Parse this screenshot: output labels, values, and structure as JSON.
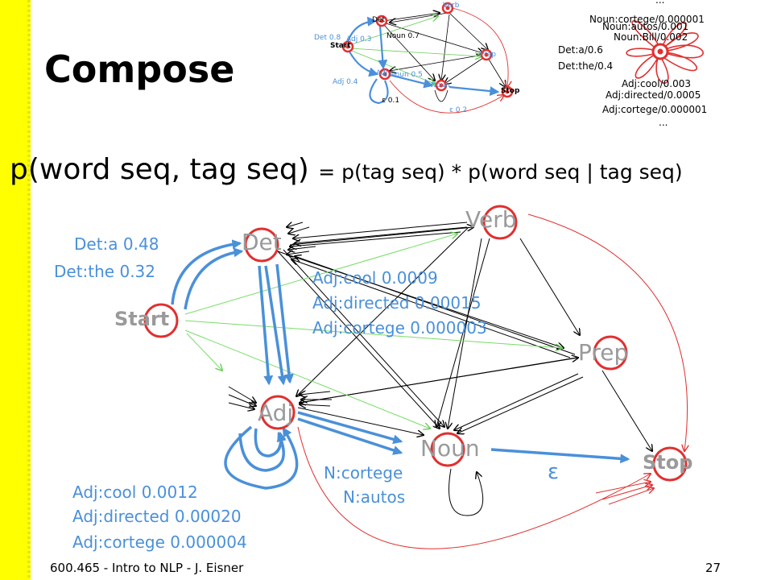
{
  "slide": {
    "title": "Compose",
    "formula_main": "p(word seq, tag seq)",
    "formula_rest": "= p(tag seq) * p(word seq | tag seq)",
    "footer_course": "600.465 - Intro to NLP - J. Eisner",
    "page_number": "27"
  },
  "colors": {
    "accent_blue": "#4a90d9",
    "state_red": "#e03030",
    "arc_green": "#77dd66",
    "band_yellow": "#ffff00"
  },
  "big_fsa": {
    "states": {
      "start": "Start",
      "det": "Det",
      "adj": "Adj",
      "noun": "Noun",
      "verb": "Verb",
      "prep": "Prep",
      "stop": "Stop"
    },
    "start_to_det": [
      "Det:a 0.48",
      "Det:the 0.32"
    ],
    "det_to_adj": [
      "Adj:cool 0.0009",
      "Adj:directed 0.00015",
      "Adj:cortege 0.000003"
    ],
    "adj_self_loop": [
      "Adj:cool 0.0012",
      "Adj:directed 0.00020",
      "Adj:cortege 0.000004"
    ],
    "adj_to_noun": [
      "N:cortege",
      "N:autos"
    ],
    "noun_to_stop": "ε"
  },
  "small_tag_fsa": {
    "states": {
      "start": "Start",
      "det": "Det",
      "adj": "Adj",
      "noun": "Noun",
      "verb": "Verb",
      "prep": "Prep",
      "stop": "Stop"
    },
    "arc_labels": {
      "det_08": "Det 0.8",
      "adj_03": "Adj 0.3",
      "noun_07": "Noun 0.7",
      "adj_04": "Adj 0.4",
      "noun_05": "Noun 0.5",
      "eps_01": "ε 0.1",
      "eps_02": "ε 0.2"
    }
  },
  "small_word_fsa": {
    "top_ellipsis": "...",
    "noun_arcs": [
      "Noun:cortege/0.000001",
      "Noun:autos/0.001",
      "Noun:Bill/0.002"
    ],
    "det_arcs": [
      "Det:a/0.6",
      "Det:the/0.4"
    ],
    "adj_arcs": [
      "Adj:cool/0.003",
      "Adj:directed/0.0005",
      "Adj:cortege/0.000001"
    ],
    "bottom_ellipsis": "..."
  }
}
